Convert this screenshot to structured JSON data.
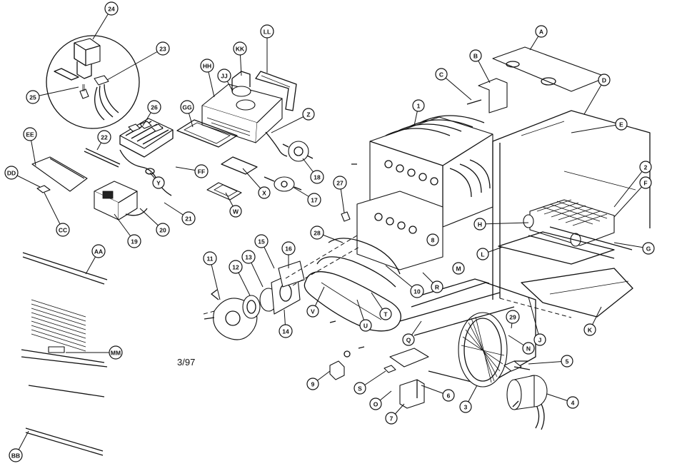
{
  "diagram": {
    "date_code": "3/97",
    "callouts": [
      {
        "id": "24",
        "label": "24"
      },
      {
        "id": "23",
        "label": "23"
      },
      {
        "id": "25",
        "label": "25"
      },
      {
        "id": "26",
        "label": "26"
      },
      {
        "id": "22",
        "label": "22"
      },
      {
        "id": "EE",
        "label": "EE"
      },
      {
        "id": "DD",
        "label": "DD"
      },
      {
        "id": "CC",
        "label": "CC"
      },
      {
        "id": "19",
        "label": "19"
      },
      {
        "id": "20",
        "label": "20"
      },
      {
        "id": "21",
        "label": "21"
      },
      {
        "id": "Y",
        "label": "Y"
      },
      {
        "id": "FF",
        "label": "FF"
      },
      {
        "id": "GG",
        "label": "GG"
      },
      {
        "id": "HH",
        "label": "HH"
      },
      {
        "id": "JJ",
        "label": "JJ"
      },
      {
        "id": "KK",
        "label": "KK"
      },
      {
        "id": "LL",
        "label": "LL"
      },
      {
        "id": "Z",
        "label": "Z"
      },
      {
        "id": "X",
        "label": "X"
      },
      {
        "id": "W",
        "label": "W"
      },
      {
        "id": "18",
        "label": "18"
      },
      {
        "id": "17",
        "label": "17"
      },
      {
        "id": "27",
        "label": "27"
      },
      {
        "id": "1",
        "label": "1"
      },
      {
        "id": "A",
        "label": "A"
      },
      {
        "id": "B",
        "label": "B"
      },
      {
        "id": "C",
        "label": "C"
      },
      {
        "id": "D",
        "label": "D"
      },
      {
        "id": "E",
        "label": "E"
      },
      {
        "id": "2",
        "label": "2"
      },
      {
        "id": "F",
        "label": "F"
      },
      {
        "id": "G",
        "label": "G"
      },
      {
        "id": "H",
        "label": "H"
      },
      {
        "id": "L",
        "label": "L"
      },
      {
        "id": "8",
        "label": "8"
      },
      {
        "id": "28",
        "label": "28"
      },
      {
        "id": "10",
        "label": "10"
      },
      {
        "id": "R",
        "label": "R"
      },
      {
        "id": "M",
        "label": "M"
      },
      {
        "id": "11",
        "label": "11"
      },
      {
        "id": "12",
        "label": "12"
      },
      {
        "id": "13",
        "label": "13"
      },
      {
        "id": "15",
        "label": "15"
      },
      {
        "id": "16",
        "label": "16"
      },
      {
        "id": "14",
        "label": "14"
      },
      {
        "id": "V",
        "label": "V"
      },
      {
        "id": "U",
        "label": "U"
      },
      {
        "id": "T",
        "label": "T"
      },
      {
        "id": "Q",
        "label": "Q"
      },
      {
        "id": "29",
        "label": "29"
      },
      {
        "id": "N",
        "label": "N"
      },
      {
        "id": "J",
        "label": "J"
      },
      {
        "id": "K",
        "label": "K"
      },
      {
        "id": "5",
        "label": "5"
      },
      {
        "id": "4",
        "label": "4"
      },
      {
        "id": "3",
        "label": "3"
      },
      {
        "id": "6",
        "label": "6"
      },
      {
        "id": "7",
        "label": "7"
      },
      {
        "id": "S",
        "label": "S"
      },
      {
        "id": "O",
        "label": "O"
      },
      {
        "id": "9",
        "label": "9"
      },
      {
        "id": "AA",
        "label": "AA"
      },
      {
        "id": "MM",
        "label": "MM"
      },
      {
        "id": "BB",
        "label": "BB"
      }
    ]
  }
}
